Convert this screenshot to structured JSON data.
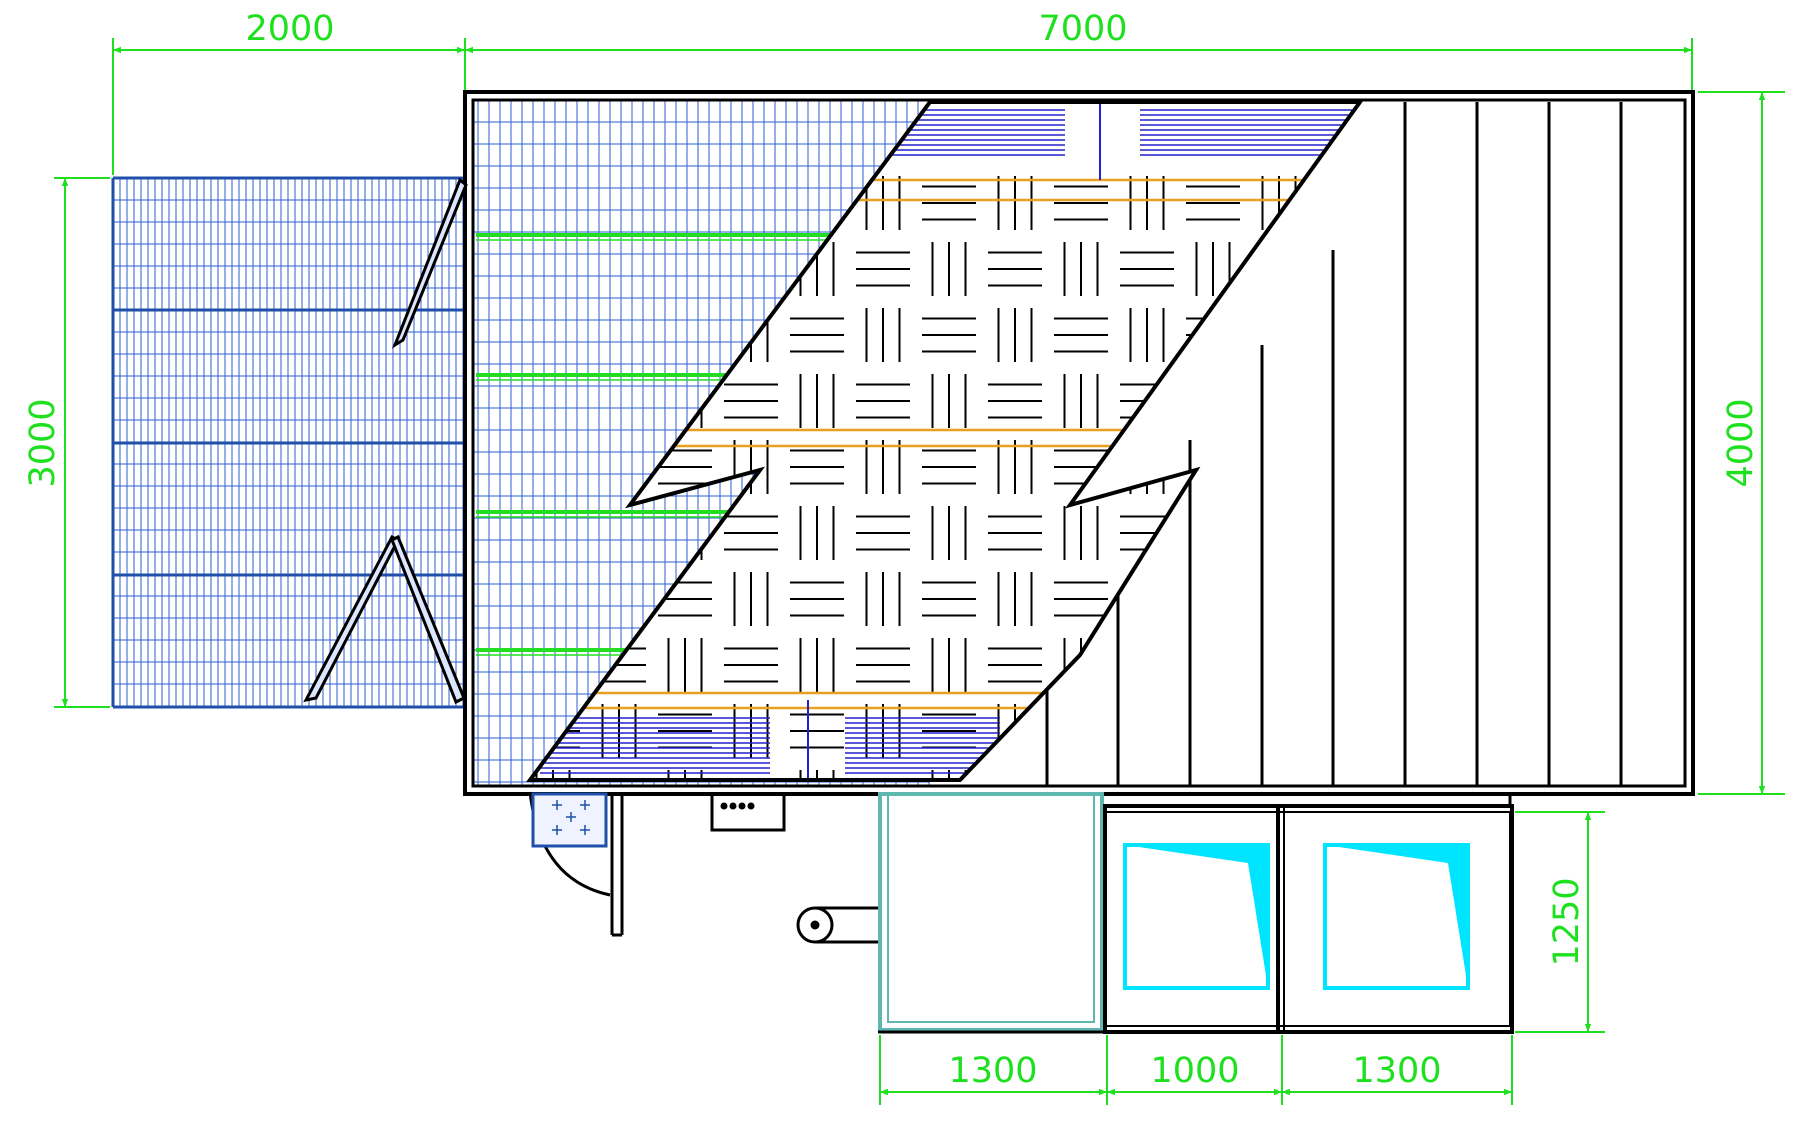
{
  "dimensions": {
    "top_left_width": "2000",
    "top_main_width": "7000",
    "left_height": "3000",
    "right_height": "4000",
    "annex_height": "1250",
    "bottom_first": "1300",
    "bottom_second": "1000",
    "bottom_third": "1300"
  },
  "colors": {
    "dimension": "#1ee01e",
    "grid": "#1f4fa8",
    "grid_fine": "#2f5fd0",
    "hatch": "#2222cc",
    "joist_green": "#22dd22",
    "joist_orange": "#e8a020",
    "outline": "#000000",
    "glass": "#00e5ff",
    "frame_teal": "#5fb8b0"
  }
}
